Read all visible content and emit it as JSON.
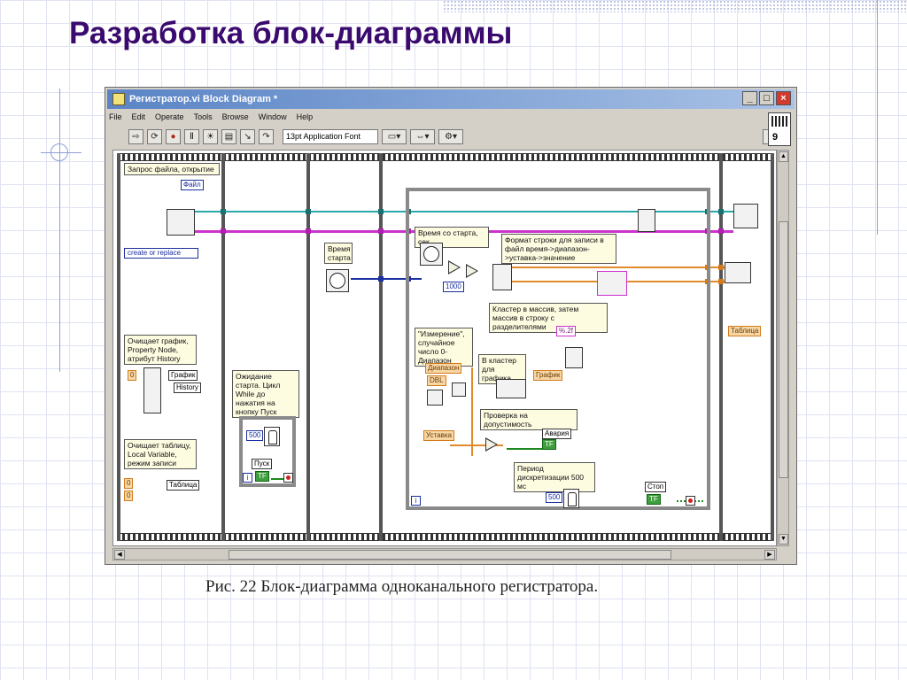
{
  "slide": {
    "title": "Разработка блок-диаграммы",
    "caption": "Рис. 22 Блок-диаграмма одноканального регистратора."
  },
  "window": {
    "title": "Регистратор.vi Block Diagram *",
    "buttons": {
      "minimize": "_",
      "maximize": "□",
      "close": "×"
    },
    "menu": [
      "File",
      "Edit",
      "Operate",
      "Tools",
      "Browse",
      "Window",
      "Help"
    ],
    "toolbar": {
      "font_select": "13pt Application Font",
      "help": "?"
    }
  },
  "diagram": {
    "comments": {
      "file_request": "Запрос файла, открытие",
      "clear_chart": "Очищает график, Property Node, атрибут History",
      "clear_table": "Очищает таблицу, Local Variable, режим записи",
      "wait_start": "Ожидание старта. Цикл While до нажатия на кнопку Пуск",
      "start_time": "Время старта",
      "time_since": "Время со старта, сек",
      "format_string": "Формат строки для записи в файл время->диапазон->уставка->значение",
      "cluster_array": "Кластер в массив, затем массив в строку с разделителями",
      "measurement": "\"Измерение\", случайное число 0-Диапазон",
      "to_cluster": "В кластер для графика",
      "check_limit": "Проверка на допустимость",
      "sample_period": "Период дискретизации 500 мс"
    },
    "terminals": {
      "file": "Файл",
      "create_mode": "create or replace",
      "chart_prop": "График",
      "history": "History",
      "table_local": "Таблица",
      "wait_const": "500",
      "start_btn": "Пуск",
      "tf": "TF",
      "ms_const": "1000",
      "format_const": "%.2f",
      "range": "Диапазон",
      "setpoint": "Уставка",
      "chart": "График",
      "alarm": "Авария",
      "loop_wait": "500",
      "stop": "Стоп",
      "table": "Таблица",
      "zero": "0",
      "iter": "i",
      "dbl": "DBL"
    }
  }
}
